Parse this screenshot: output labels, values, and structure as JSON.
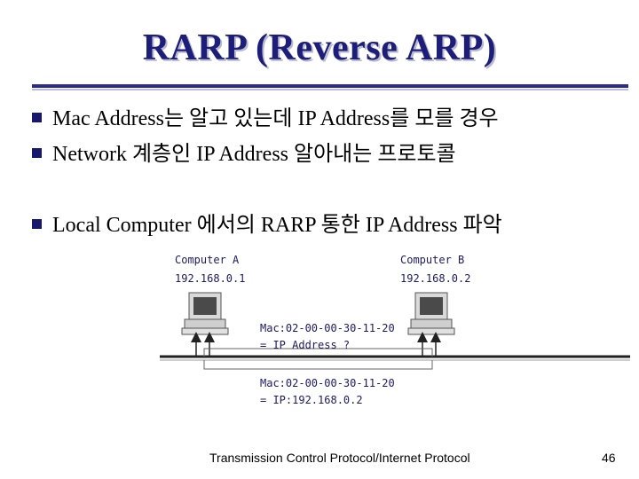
{
  "slide": {
    "title": "RARP (Reverse ARP)",
    "bullets": [
      "Mac Address는 알고 있는데 IP Address를 모를 경우",
      "Network 계층인 IP Address 알아내는 프로토콜",
      "Local Computer 에서의 RARP 통한 IP Address 파악"
    ],
    "footer": "Transmission Control Protocol/Internet Protocol",
    "page_number": "46",
    "colors": {
      "title": "#1d1d7a",
      "bullet": "#17176e",
      "rule": "#2b2b8c"
    }
  },
  "diagram": {
    "computer_a": {
      "name": "Computer A",
      "ip": "192.168.0.1",
      "icon": "computer-icon"
    },
    "computer_b": {
      "name": "Computer B",
      "ip": "192.168.0.2",
      "icon": "computer-icon"
    },
    "request": {
      "line1": "Mac:02-00-00-30-11-20",
      "line2": "= IP Address ?"
    },
    "reply": {
      "line1": "Mac:02-00-00-30-11-20",
      "line2": "= IP:192.168.0.2"
    }
  }
}
